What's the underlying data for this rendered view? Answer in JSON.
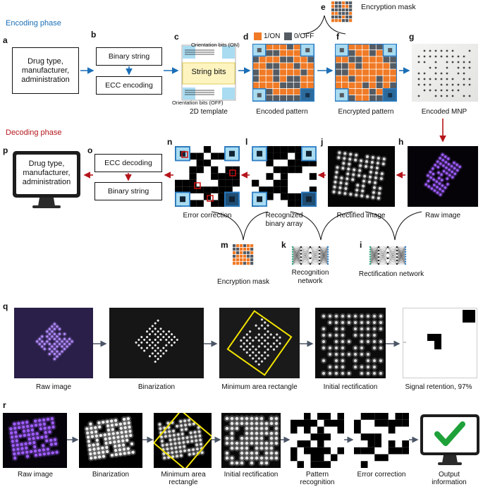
{
  "colors": {
    "encode_blue": "#1a6eb7",
    "decode_red": "#b5161b",
    "orange": "#f07a25",
    "gray": "#555b62",
    "lightblue": "#a9dcf1",
    "frameblue": "#2a7cc4",
    "purple": "#9e5cff",
    "yellow": "#f2e300",
    "green": "#1fa13a"
  },
  "phases": {
    "encoding": "Encoding phase",
    "decoding": "Decoding phase"
  },
  "panel_letters": {
    "a": "a",
    "b": "b",
    "c": "c",
    "d": "d",
    "e": "e",
    "f": "f",
    "g": "g",
    "h": "h",
    "i": "i",
    "j": "j",
    "k": "k",
    "l": "l",
    "m": "m",
    "n": "n",
    "o": "o",
    "p": "p",
    "q": "q",
    "r": "r"
  },
  "encoding": {
    "a_text": "Drug type,\nmanufacturer,\nadministration",
    "b_top": "Binary string",
    "b_bottom": "ECC encoding",
    "c_on": "Orientation bits (ON)",
    "c_mid": "String bits",
    "c_off": "Orientation bits (OFF)",
    "c_caption": "2D template",
    "d_legend_on": "1/ON",
    "d_legend_off": "0/OFF",
    "d_caption": "Encoded pattern",
    "e_caption": "Encryption mask",
    "f_caption": "Encrypted pattern",
    "g_caption": "Encoded MNP"
  },
  "decoding": {
    "h_caption": "Raw image",
    "i_caption": "Rectification network",
    "j_caption": "Rectified image",
    "k_caption": "Recognition\nnetwork",
    "l_caption": "Recognized\nbinary array",
    "m_caption": "Encryption mask",
    "n_caption": "Error correction",
    "o_top": "ECC decoding",
    "o_bottom": "Binary string",
    "p_text": "Drug type,\nmanufacturer,\nadministration"
  },
  "q": [
    "Raw image",
    "Binarization",
    "Minimum area rectangle",
    "Initial rectification",
    "Signal retention, 97%"
  ],
  "r": [
    "Raw image",
    "Binarization",
    "Minimum area\nrectangle",
    "Initial rectification",
    "Pattern\nrecognition",
    "Error correction",
    "Output\ninformation"
  ]
}
